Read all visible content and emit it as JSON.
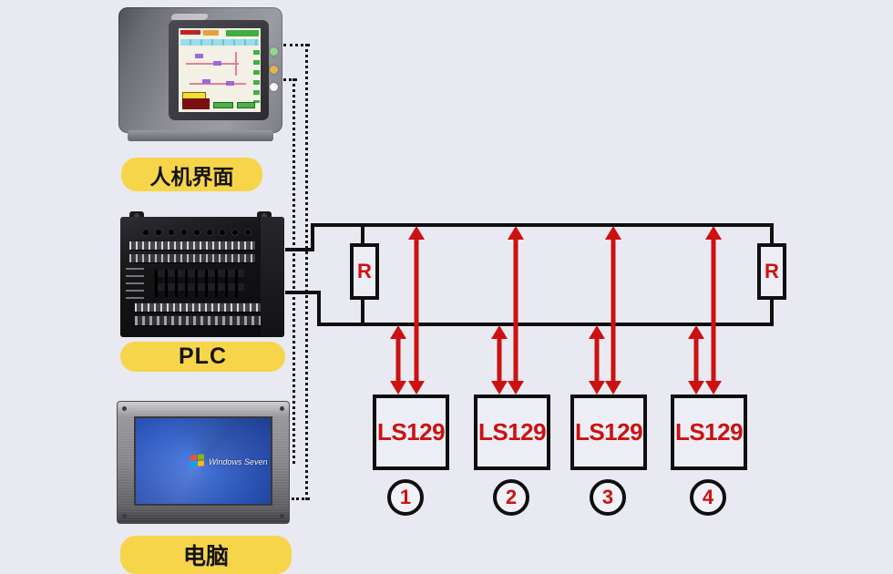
{
  "devices": {
    "hmi": {
      "label": "人机界面"
    },
    "plc": {
      "label": "PLC"
    },
    "pc": {
      "label": "电脑",
      "screen_text": "Windows Seven"
    }
  },
  "bus": {
    "left_terminator": "R",
    "right_terminator": "R",
    "nodes": [
      {
        "label": "LS129",
        "number": "1"
      },
      {
        "label": "LS129",
        "number": "2"
      },
      {
        "label": "LS129",
        "number": "3"
      },
      {
        "label": "LS129",
        "number": "4"
      }
    ]
  },
  "icons": {
    "windows_logo": "windows-logo-icon"
  },
  "colors": {
    "background": "#e9e9f1",
    "label_yellow": "#f7d54b",
    "line_black": "#0f0f0f",
    "accent_red": "#cc1111",
    "node_fill": "#edeef5"
  }
}
